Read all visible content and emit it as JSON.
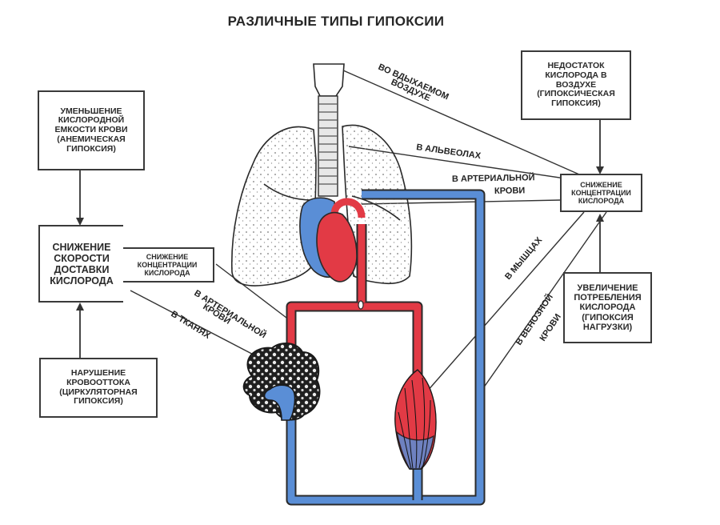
{
  "title": "РАЗЛИЧНЫЕ ТИПЫ ГИПОКСИИ",
  "boxes": {
    "anemic": "УМЕНЬШЕНИЕ\nКИСЛОРОДНОЙ\nЕМКОСТИ КРОВИ\n(АНЕМИЧЕСКАЯ\nГИПОКСИЯ)",
    "delivery": "СНИЖЕНИЕ\nСКОРОСТИ\nДОСТАВКИ\nКИСЛОРОДА",
    "delivery_tab": "СНИЖЕНИЕ\nКОНЦЕНТРАЦИИ\nКИСЛОРОДА",
    "circulatory": "НАРУШЕНИЕ\nКРОВООТТОКА\n(ЦИРКУЛЯТОРНАЯ\nГИПОКСИЯ)",
    "hypoxic": "НЕДОСТАТОК\nКИСЛОРОДА В\nВОЗДУХЕ\n(ГИПОКСИЧЕСКАЯ\nГИПОКСИЯ)",
    "concentration": "СНИЖЕНИЕ\nКОНЦЕНТРАЦИИ\nКИСЛОРОДА",
    "load": "УВЕЛИЧЕНИЕ\nПОТРЕБЛЕНИЯ\nКИСЛОРОДА\n(ГИПОКСИЯ\nНАГРУЗКИ)"
  },
  "labels": {
    "inhaled_1": "ВО ВДЫХАЕМОМ",
    "inhaled_2": "ВОЗДУХЕ",
    "alveoli": "В АЛЬВЕОЛАХ",
    "arterial_right_1": "В АРТЕРИАЛЬНОЙ",
    "arterial_right_2": "КРОВИ",
    "muscles": "В МЫШЦАХ",
    "venous_1": "В ВЕНОЗНОЙ",
    "venous_2": "КРОВИ",
    "arterial_left_1": "В АРТЕРИАЛЬНОЙ",
    "arterial_left_2": "КРОВИ",
    "tissues": "В ТКАНЯХ"
  },
  "colors": {
    "arterial": "#e23a45",
    "venous": "#5a8ed6",
    "outline": "#2a2a2a",
    "lung_fill": "#f4f4f4"
  }
}
